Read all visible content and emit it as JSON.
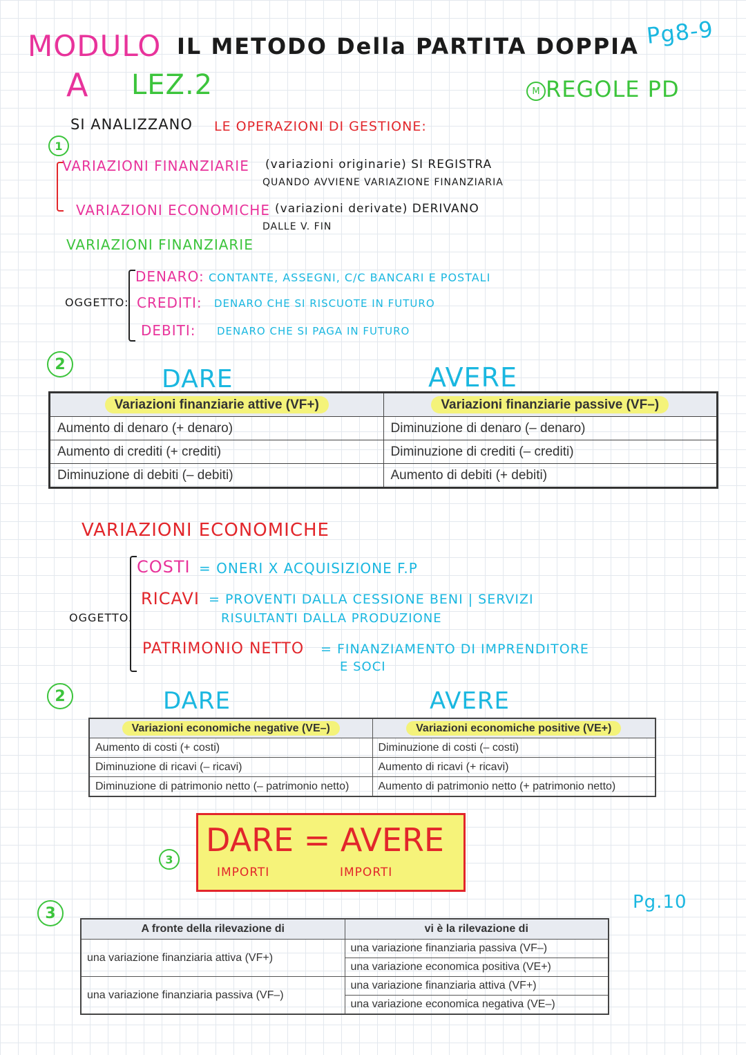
{
  "header": {
    "modulo": "MODULO",
    "a": "A",
    "lez": "LEZ.2",
    "title": "IL METODO Della PARTITA DOPPIA",
    "pages": "Pg8-9",
    "regole": "REGOLE PD",
    "regole_mark": "M"
  },
  "intro": {
    "analizzano": "SI ANALIZZANO",
    "operazioni": "LE OPERAZIONI DI GESTIONE:",
    "num1": "1",
    "vf_label": "VARIAZIONI FINANZIARIE",
    "vf_note1": "(variazioni originarie) SI REGISTRA",
    "vf_note2": "QUANDO AVVIENE VARIAZIONE FINANZIARIA",
    "ve_label": "VARIAZIONI ECONOMICHE",
    "ve_note1": "(variazioni derivate) DERIVANO",
    "ve_note2": "DALLE V. FIN"
  },
  "fin": {
    "heading": "VARIAZIONI FINANZIARIE",
    "oggetto": "OGGETTO:",
    "items": [
      {
        "label": "DENARO:",
        "desc": "CONTANTE, ASSEGNI, C/C BANCARI E POSTALI"
      },
      {
        "label": "CREDITI:",
        "desc": "DENARO CHE SI RISCUOTE IN FUTURO"
      },
      {
        "label": "DEBITI:",
        "desc": "DENARO CHE SI PAGA IN FUTURO"
      }
    ]
  },
  "table1": {
    "num": "2",
    "dare": "DARE",
    "avere": "AVERE",
    "headers": [
      "Variazioni finanziarie attive (VF+)",
      "Variazioni finanziarie passive (VF–)"
    ],
    "rows": [
      [
        "Aumento di denaro (+ denaro)",
        "Diminuzione di denaro (– denaro)"
      ],
      [
        "Aumento di crediti (+ crediti)",
        "Diminuzione di crediti (– crediti)"
      ],
      [
        "Diminuzione di debiti (– debiti)",
        "Aumento di debiti (+ debiti)"
      ]
    ]
  },
  "eco": {
    "heading": "VARIAZIONI ECONOMICHE",
    "oggetto": "OGGETTO.",
    "costi_label": "COSTI",
    "costi_desc": "= ONERI X ACQUISIZIONE F.P",
    "ricavi_label": "RICAVI",
    "ricavi_desc1": "= PROVENTI DALLA CESSIONE BENI | SERVIZI",
    "ricavi_desc2": "RISULTANTI DALLA PRODUZIONE",
    "pn_label": "PATRIMONIO NETTO",
    "pn_desc1": "= FINANZIAMENTO DI IMPRENDITORE",
    "pn_desc2": "E SOCI"
  },
  "table2": {
    "num": "2",
    "dare": "DARE",
    "avere": "AVERE",
    "headers": [
      "Variazioni economiche negative (VE–)",
      "Variazioni economiche positive (VE+)"
    ],
    "rows": [
      [
        "Aumento di costi (+ costi)",
        "Diminuzione di costi (– costi)"
      ],
      [
        "Diminuzione di ricavi (– ricavi)",
        "Aumento di ricavi (+ ricavi)"
      ],
      [
        "Diminuzione di patrimonio netto (– patrimonio netto)",
        "Aumento di patrimonio netto (+ patrimonio netto)"
      ]
    ]
  },
  "rule": {
    "num": "3",
    "formula": "DARE = AVERE",
    "importi_left": "IMPORTI",
    "importi_right": "IMPORTI"
  },
  "table3": {
    "num": "3",
    "page": "Pg.10",
    "headers": [
      "A fronte della rilevazione di",
      "vi è la rilevazione di"
    ],
    "groups": [
      {
        "left": "una variazione finanziaria attiva (VF+)",
        "right": [
          "una variazione finanziaria passiva (VF–)",
          "una variazione economica positiva (VE+)"
        ]
      },
      {
        "left": "una variazione finanziaria passiva (VF–)",
        "right": [
          "una variazione finanziaria attiva (VF+)",
          "una variazione economica negativa (VE–)"
        ]
      }
    ]
  }
}
